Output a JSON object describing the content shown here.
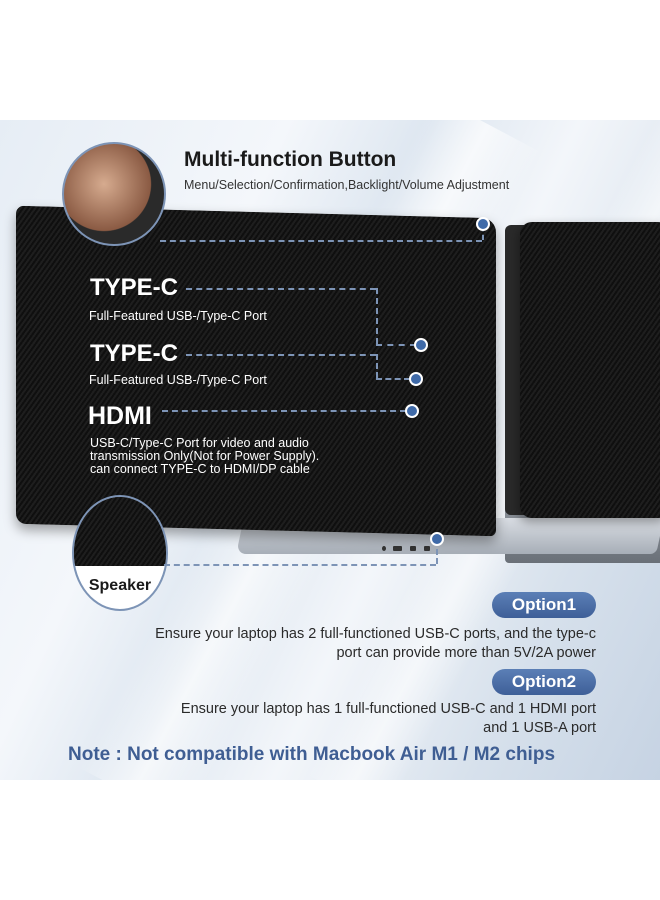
{
  "header": {
    "title": "Multi-function Button",
    "subtitle": "Menu/Selection/Confirmation,Backlight/Volume Adjustment"
  },
  "ports": [
    {
      "label": "TYPE-C",
      "desc": "Full-Featured USB-/Type-C Port"
    },
    {
      "label": "TYPE-C",
      "desc": "Full-Featured USB-/Type-C Port"
    },
    {
      "label": "HDMI",
      "desc_lines": [
        "USB-C/Type-C Port for video and audio",
        "transmission Only(Not for Power Supply).",
        "can connect TYPE-C to HDMI/DP cable"
      ]
    }
  ],
  "speaker": {
    "label": "Speaker"
  },
  "options": [
    {
      "badge": "Option1",
      "lines": [
        "Ensure your laptop has 2 full-functioned USB-C ports, and the type-c",
        "port can provide more than 5V/2A power"
      ]
    },
    {
      "badge": "Option2",
      "lines": [
        "Ensure your laptop has 1 full-functioned USB-C and 1 HDMI port",
        "and 1 USB-A port"
      ]
    }
  ],
  "note": "Note : Not compatible with Macbook Air M1 / M2 chips",
  "colors": {
    "accent": "#3f6aa8",
    "badge": "#4a6ca5",
    "note": "#3f5e93",
    "dash": "#7d94b6"
  }
}
